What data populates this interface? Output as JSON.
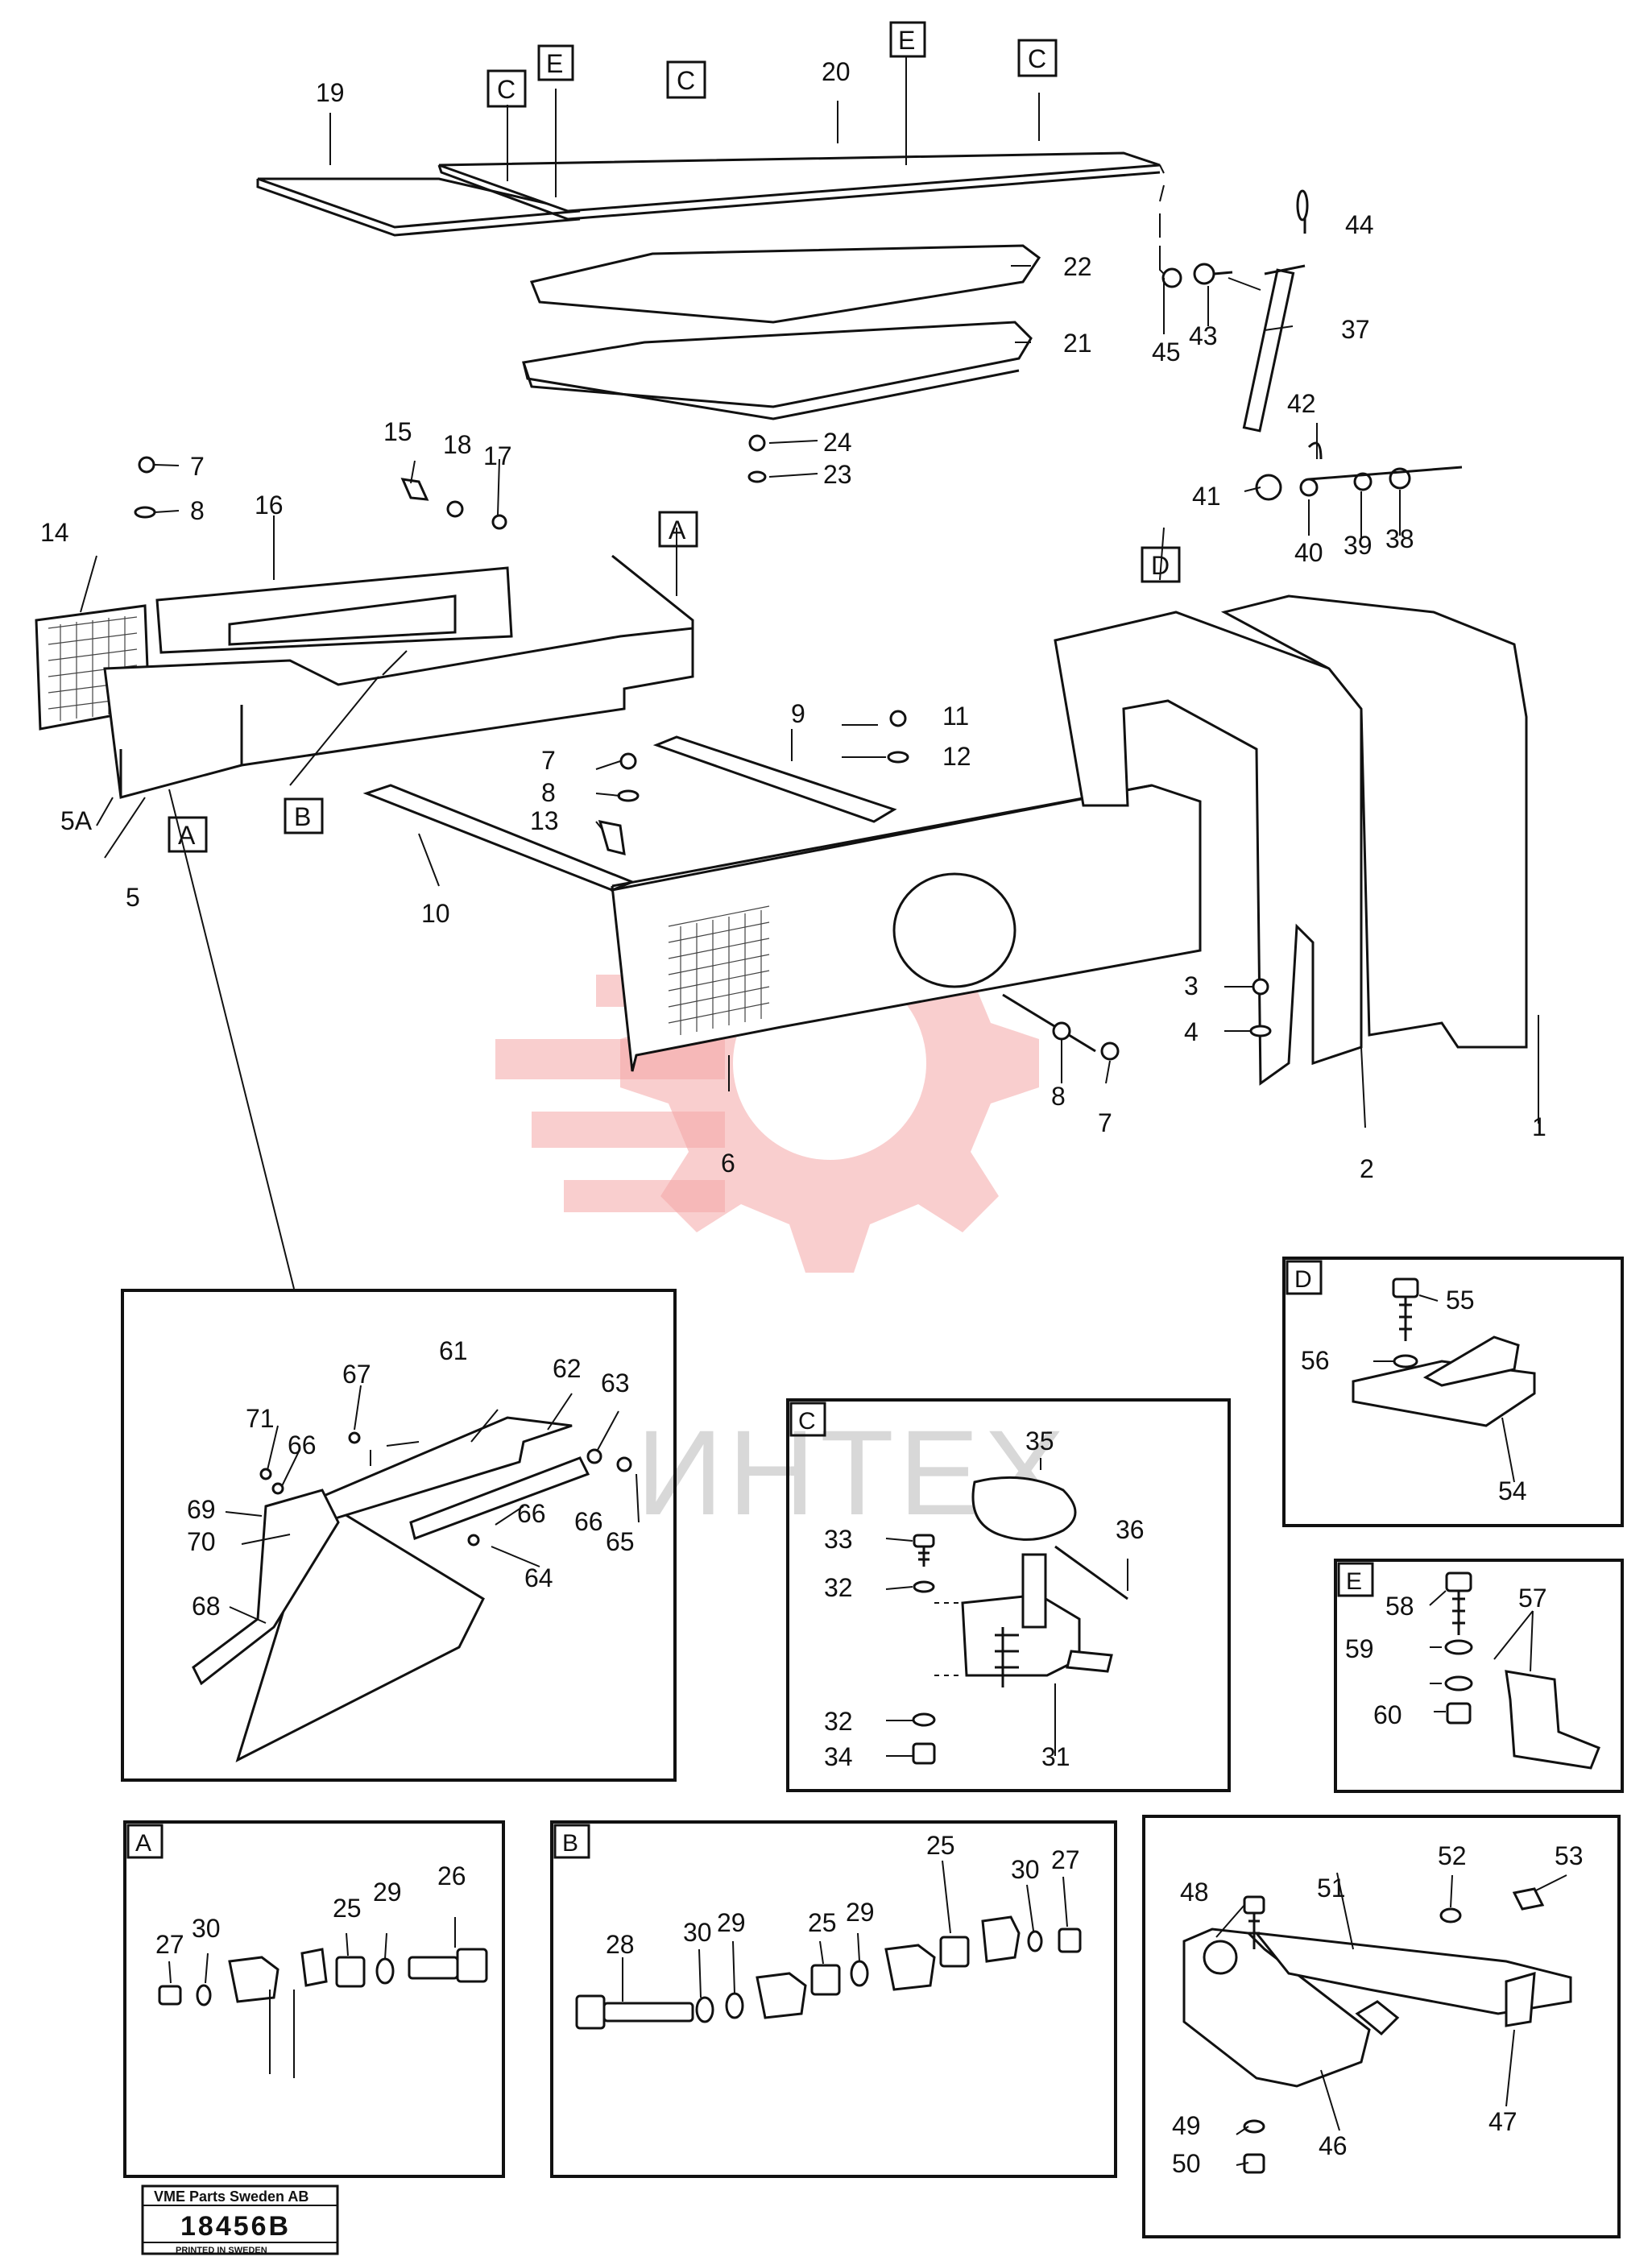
{
  "watermark": {
    "text": "ИНТЕХ"
  },
  "title_block": {
    "company": "VME Parts Sweden AB",
    "drawing_number": "18456B",
    "footer": "PRINTED IN SWEDEN"
  },
  "detail_boxes": {
    "A": "A",
    "B": "B",
    "C": "C",
    "D": "D",
    "E": "E"
  },
  "callouts": {
    "n1": "1",
    "n2": "2",
    "n3": "3",
    "n4": "4",
    "n5": "5",
    "n5a": "5A",
    "n6": "6",
    "n7a": "7",
    "n7b": "7",
    "n7c": "7",
    "n8a": "8",
    "n8b": "8",
    "n8c": "8",
    "n9": "9",
    "n10": "10",
    "n11": "11",
    "n12": "12",
    "n13": "13",
    "n14": "14",
    "n15": "15",
    "n16": "16",
    "n17": "17",
    "n18": "18",
    "n19": "19",
    "n20": "20",
    "n21": "21",
    "n22": "22",
    "n23": "23",
    "n24": "24",
    "n37": "37",
    "n38": "38",
    "n39": "39",
    "n40": "40",
    "n41": "41",
    "n42": "42",
    "n43": "43",
    "n44": "44",
    "n45": "45",
    "n61": "61",
    "n62": "62",
    "n63": "63",
    "n64": "64",
    "n65": "65",
    "n66a": "66",
    "n66b": "66",
    "n66c": "66",
    "n67": "67",
    "n68": "68",
    "n69": "69",
    "n70": "70",
    "n71": "71",
    "c35": "35",
    "c36": "36",
    "c33": "33",
    "c32a": "32",
    "c32b": "32",
    "c34": "34",
    "c31": "31",
    "d55": "55",
    "d56": "56",
    "d54": "54",
    "e58": "58",
    "e57": "57",
    "e59": "59",
    "e60": "60",
    "a27": "27",
    "a30": "30",
    "a25": "25",
    "a29": "29",
    "a26": "26",
    "b28": "28",
    "b30a": "30",
    "b29a": "29",
    "b25a": "25",
    "b29b": "29",
    "b25b": "25",
    "b30b": "30",
    "b27": "27",
    "f48": "48",
    "f51": "51",
    "f52": "52",
    "f53": "53",
    "f47": "47",
    "f49": "49",
    "f50": "50",
    "f46": "46"
  }
}
